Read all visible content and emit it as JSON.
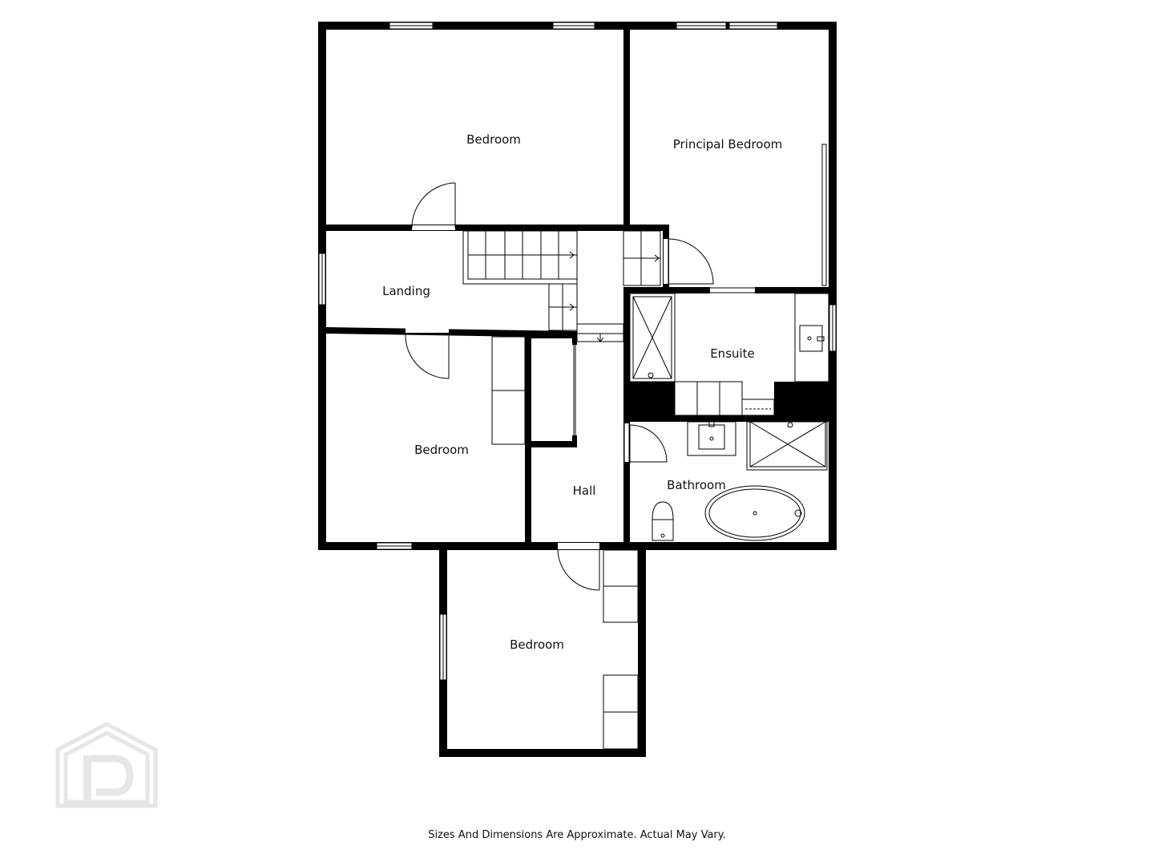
{
  "rooms": {
    "bedroom_top": "Bedroom",
    "principal_bedroom": "Principal Bedroom",
    "landing": "Landing",
    "ensuite": "Ensuite",
    "bedroom_middle": "Bedroom",
    "hall": "Hall",
    "bathroom": "Bathroom",
    "bedroom_bottom": "Bedroom"
  },
  "footer": {
    "disclaimer": "Sizes And Dimensions Are Approximate. Actual May Vary."
  },
  "colors": {
    "wall": "#000000",
    "background": "#ffffff",
    "watermark": "#e8e8e8"
  },
  "watermark": {
    "icon": "house-p-logo-icon"
  }
}
